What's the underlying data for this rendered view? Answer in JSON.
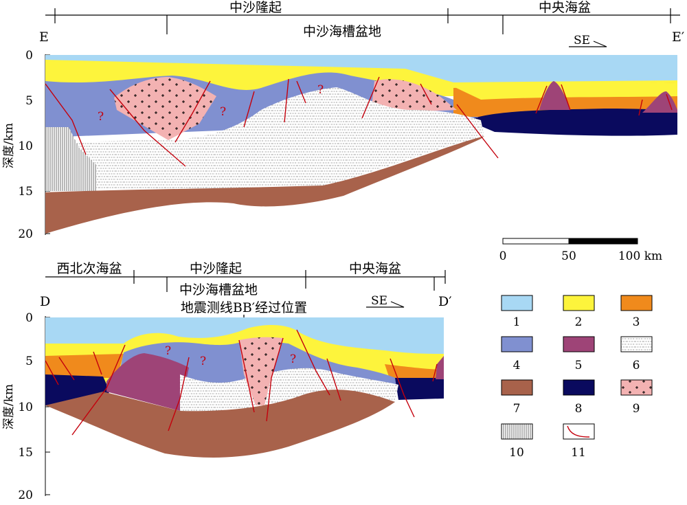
{
  "top": {
    "regions": [
      "中沙隆起",
      "中央海盆"
    ],
    "subregion": "中沙海槽盆地",
    "left_label": "E",
    "right_label": "E′",
    "direction": "SE",
    "y_axis_label": "深度/km",
    "y_ticks": [
      "0",
      "5",
      "10",
      "15",
      "20"
    ],
    "question_mark": "?"
  },
  "bottom": {
    "regions": [
      "西北次海盆",
      "中沙隆起",
      "中央海盆"
    ],
    "subregion": "中沙海槽盆地",
    "annotation": "地震测线BB′经过位置",
    "left_label": "D",
    "right_label": "D′",
    "direction": "SE",
    "y_axis_label": "深度/km",
    "y_ticks": [
      "0",
      "5",
      "10",
      "15",
      "20"
    ],
    "question_mark": "?"
  },
  "scale_bar": {
    "ticks": [
      "0",
      "50",
      "100 km"
    ]
  },
  "legend": [
    {
      "num": "1",
      "color": "#a8d8f4"
    },
    {
      "num": "2",
      "color": "#fdf43c"
    },
    {
      "num": "3",
      "color": "#f08a1c"
    },
    {
      "num": "4",
      "color": "#8090d0"
    },
    {
      "num": "5",
      "color": "#9e4477"
    },
    {
      "num": "6",
      "pattern": "brick"
    },
    {
      "num": "7",
      "color": "#a8624b"
    },
    {
      "num": "8",
      "color": "#0a0a5e"
    },
    {
      "num": "9",
      "pattern": "plus",
      "color": "#f3b2b2"
    },
    {
      "num": "10",
      "pattern": "vlines"
    },
    {
      "num": "11",
      "pattern": "fault"
    }
  ]
}
